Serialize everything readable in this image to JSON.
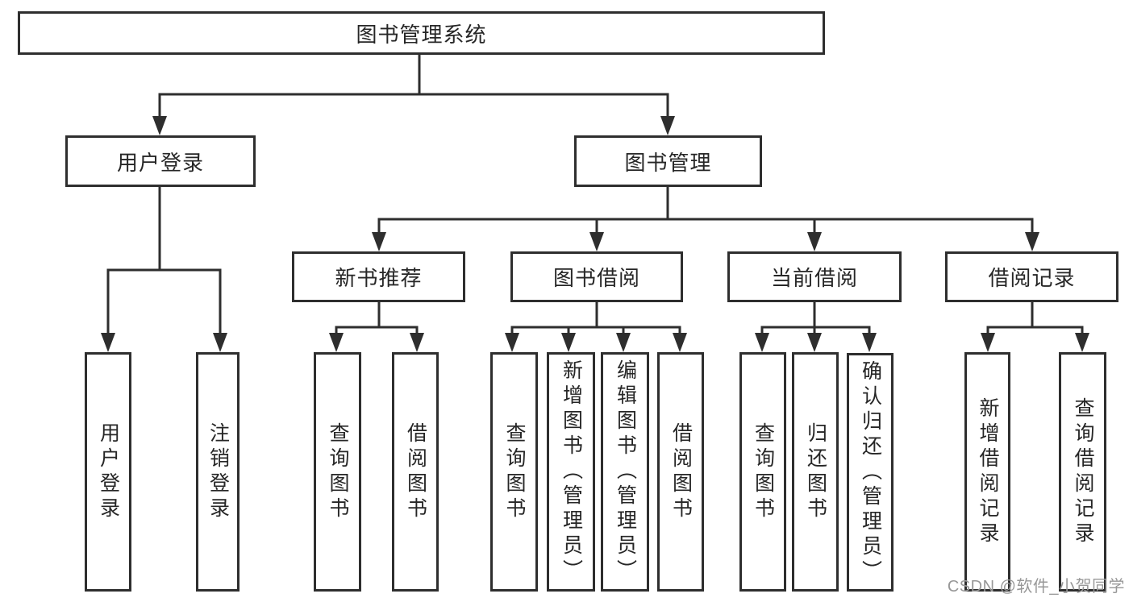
{
  "diagram": {
    "title": "图书管理系统",
    "root": {
      "label": "图书管理系统"
    },
    "level2": [
      {
        "label": "用户登录"
      },
      {
        "label": "图书管理"
      }
    ],
    "level3": [
      {
        "label": "新书推荐"
      },
      {
        "label": "图书借阅"
      },
      {
        "label": "当前借阅"
      },
      {
        "label": "借阅记录"
      }
    ],
    "leaves": {
      "user_login": [
        "用户登录",
        "注销登录"
      ],
      "new_book": [
        "查询图书",
        "借阅图书"
      ],
      "book_borrow": [
        "查询图书",
        "新增图书（管理员）",
        "编辑图书（管理员）",
        "借阅图书"
      ],
      "current_borrow": [
        "查询图书",
        "归还图书",
        "确认归还（管理员）"
      ],
      "borrow_record": [
        "新增借阅记录",
        "查询借阅记录"
      ]
    }
  },
  "watermark": {
    "text": "CSDN @软件_小贺同学"
  },
  "colors": {
    "line": "#2e2e2e",
    "text": "#262626",
    "background": "#ffffff",
    "watermark": "#989898"
  }
}
